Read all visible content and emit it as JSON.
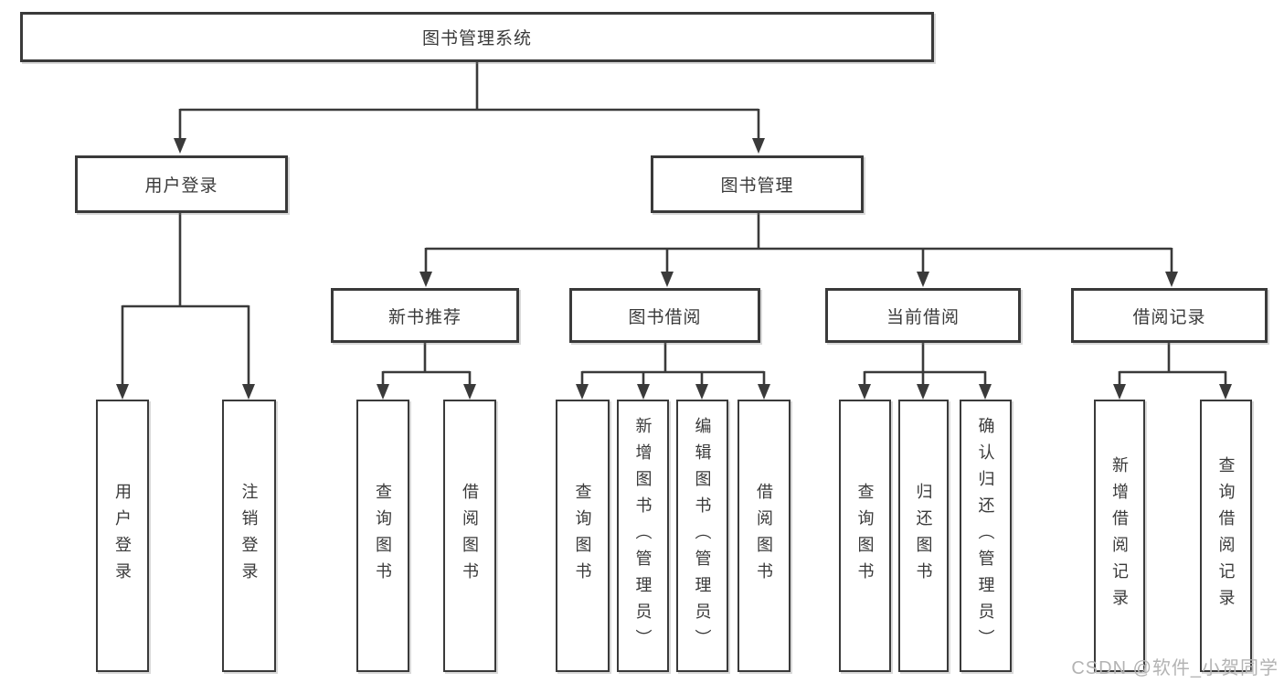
{
  "diagram": {
    "root": {
      "label": "图书管理系统"
    },
    "level2": {
      "user_login": {
        "label": "用户登录"
      },
      "book_mgmt": {
        "label": "图书管理"
      }
    },
    "level3": {
      "new_books": {
        "label": "新书推荐"
      },
      "book_borrow": {
        "label": "图书借阅"
      },
      "current_borrow": {
        "label": "当前借阅"
      },
      "borrow_records": {
        "label": "借阅记录"
      }
    },
    "leaves": {
      "user_login_leaf": {
        "label": "用户登录"
      },
      "logout": {
        "label": "注销登录"
      },
      "nb_query_books": {
        "label": "查询图书"
      },
      "nb_borrow_books": {
        "label": "借阅图书"
      },
      "bb_query_books": {
        "label": "查询图书"
      },
      "bb_add_books": {
        "label": "新增图书（管理员）"
      },
      "bb_edit_books": {
        "label": "编辑图书（管理员）"
      },
      "bb_borrow_books": {
        "label": "借阅图书"
      },
      "cb_query_books": {
        "label": "查询图书"
      },
      "cb_return_books": {
        "label": "归还图书"
      },
      "cb_confirm_return": {
        "label": "确认归还（管理员）"
      },
      "br_add_record": {
        "label": "新增借阅记录"
      },
      "br_query_record": {
        "label": "查询借阅记录"
      }
    }
  },
  "watermark": {
    "text": "CSDN @软件_小贺同学"
  },
  "colors": {
    "line": "#3a3a3a",
    "text": "#3a3a3a",
    "box_background": "#ffffff",
    "watermark": "#b3b3b3",
    "background": "#ffffff"
  }
}
